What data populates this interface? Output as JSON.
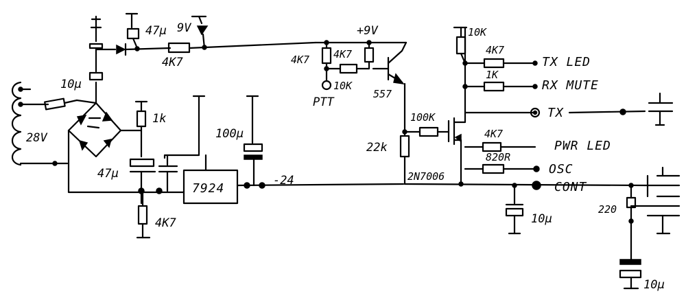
{
  "labels": {
    "c_10u": "10µ",
    "c_47u_top": "47µ",
    "v_9v": "9V",
    "r_4k7_top": "4K7",
    "v_28v": "28V",
    "r_1k": "1k",
    "c_47u": "47µ",
    "c_100u": "100µ",
    "ic_7924": "7924",
    "v_minus24": "-24",
    "r_4k7_bottom": "4K7",
    "v_plus9": "+9V",
    "r_4k7_ptt_a": "4K7",
    "r_4k7_ptt_b": "4K7",
    "r_10k_ptt": "10K",
    "ptt": "PTT",
    "q_557": "557",
    "r_22k": "22k",
    "r_100k": "100K",
    "q_2n7006": "2N7006",
    "r_10k_right": "10K",
    "r_4k7_txled": "4K7",
    "r_1k_rxmute": "1K",
    "r_4k7_pwr": "4K7",
    "r_820r": "820R",
    "c_10u_mid": "10µ",
    "r_220": "220",
    "c_10u_bottom": "10µ",
    "out_txled": "TX LED",
    "out_rxmute": "RX MUTE",
    "out_tx": "TX",
    "out_pwrled": "PWR LED",
    "out_osc": "OSC",
    "out_cont": "CONT"
  }
}
